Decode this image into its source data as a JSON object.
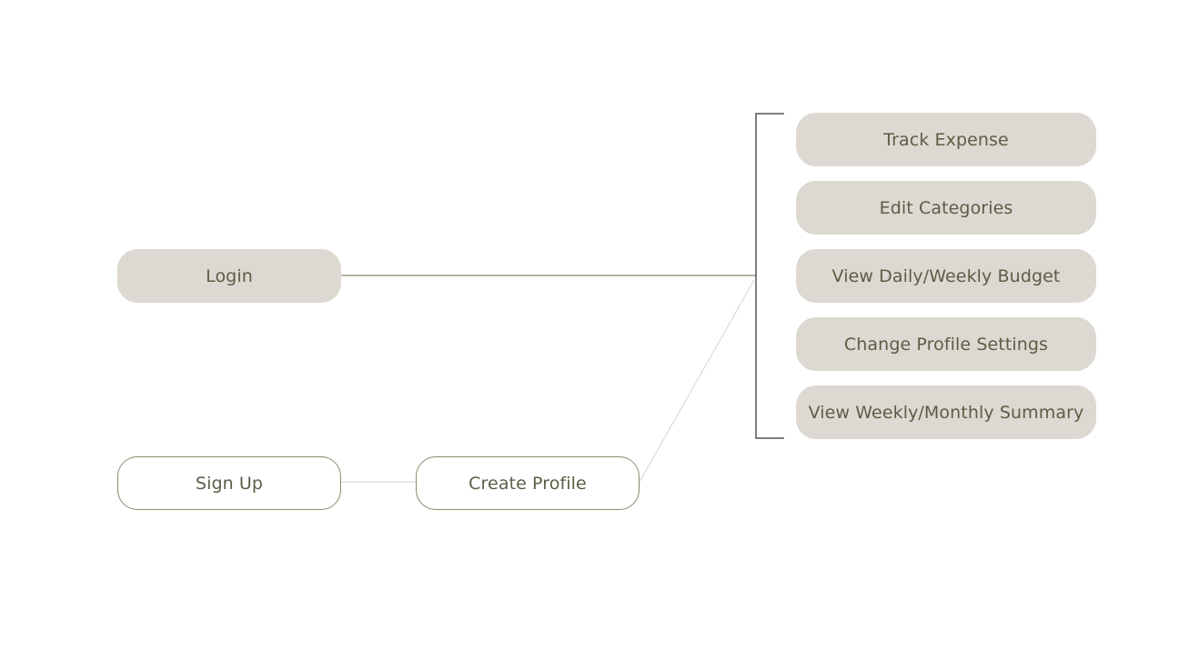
{
  "diagram": {
    "nodes": {
      "login": {
        "label": "Login"
      },
      "sign_up": {
        "label": "Sign Up"
      },
      "create_profile": {
        "label": "Create Profile"
      }
    },
    "features": [
      {
        "label": "Track Expense"
      },
      {
        "label": "Edit Categories"
      },
      {
        "label": "View Daily/Weekly Budget"
      },
      {
        "label": "Change Profile Settings"
      },
      {
        "label": "View Weekly/Monthly Summary"
      }
    ],
    "edges": [
      {
        "from": "login",
        "to": "features"
      },
      {
        "from": "sign_up",
        "to": "create_profile"
      },
      {
        "from": "create_profile",
        "to": "features"
      }
    ],
    "colors": {
      "text": "#5b5e45",
      "node_fill": "#ddd8d1",
      "node_outline": "#8a8a6f",
      "primary_line": "#6b6b4f",
      "secondary_line": "#d0d0d0",
      "bracket": "#000000"
    }
  }
}
